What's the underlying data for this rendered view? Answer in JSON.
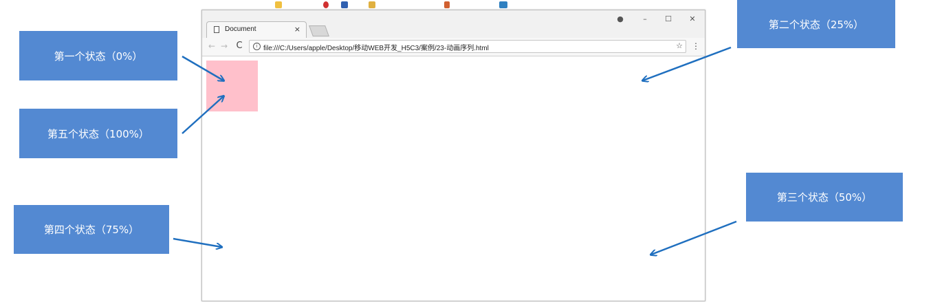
{
  "browser": {
    "tab_title": "Document",
    "tab_close": "×",
    "window_controls": {
      "account": "●",
      "minimize": "–",
      "maximize": "☐",
      "close": "✕"
    },
    "nav": {
      "back": "←",
      "forward": "→",
      "reload": "C"
    },
    "url": "file:///C:/Users/apple/Desktop/移动WEB开发_H5C3/案例/23-动画序列.html",
    "info_icon": "i",
    "star_icon": "☆",
    "menu_icon": "⋮"
  },
  "colors": {
    "callout_bg": "#5389d2",
    "arrow": "#1f6fbf",
    "box": "#ffc0cb"
  },
  "callouts": {
    "state1": "第一个状态（0%）",
    "state2": "第二个状态（25%）",
    "state3": "第三个状态（50%）",
    "state4": "第四个状态（75%）",
    "state5": "第五个状态（100%）"
  }
}
